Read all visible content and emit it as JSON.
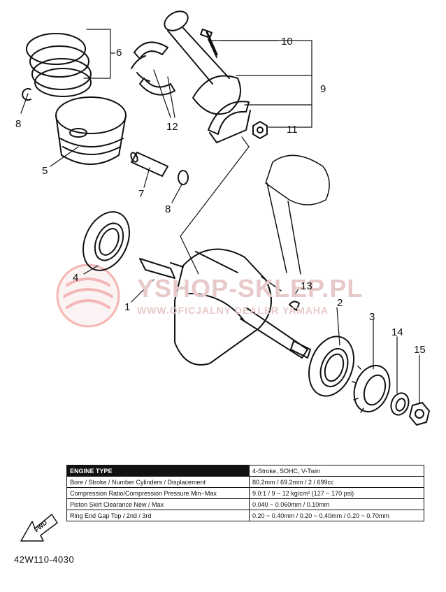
{
  "watermark": {
    "brand": "YSHOP-SKLEP.PL",
    "tagline": "WWW.OFICJALNY DEALER YAMAHA",
    "color": "#e03030"
  },
  "callouts": [
    {
      "id": "c10",
      "label": "10"
    },
    {
      "id": "c6",
      "label": "6"
    },
    {
      "id": "c9",
      "label": "9"
    },
    {
      "id": "c8a",
      "label": "8"
    },
    {
      "id": "c12",
      "label": "12"
    },
    {
      "id": "c11",
      "label": "11"
    },
    {
      "id": "c5",
      "label": "5"
    },
    {
      "id": "c7",
      "label": "7"
    },
    {
      "id": "c8b",
      "label": "8"
    },
    {
      "id": "c4",
      "label": "4"
    },
    {
      "id": "c1",
      "label": "1"
    },
    {
      "id": "c13",
      "label": "13"
    },
    {
      "id": "c2",
      "label": "2"
    },
    {
      "id": "c3",
      "label": "3"
    },
    {
      "id": "c14",
      "label": "14"
    },
    {
      "id": "c15",
      "label": "15"
    }
  ],
  "spec_table": {
    "header": [
      "ENGINE TYPE",
      "4-Stroke, SOHC, V-Twin"
    ],
    "rows": [
      [
        "Bore / Stroke / Number Cylinders / Displacement",
        "80.2mm / 69.2mm / 2 / 699cc"
      ],
      [
        "Compression Ratio/Compression Pressure Min~Max",
        "9.0:1 / 9 ~ 12 kg/cm² (127 ~ 170 psi)"
      ],
      [
        "Piston Skirt Clearance New / Max",
        "0.040 ~ 0.060mm / 0.10mm"
      ],
      [
        "Ring End Gap Top / 2nd / 3rd",
        "0.20 ~ 0.40mm / 0.20 ~ 0.40mm / 0.20 ~ 0.70mm"
      ]
    ]
  },
  "fwd_label": "FWD",
  "part_code": "42W110-4030"
}
